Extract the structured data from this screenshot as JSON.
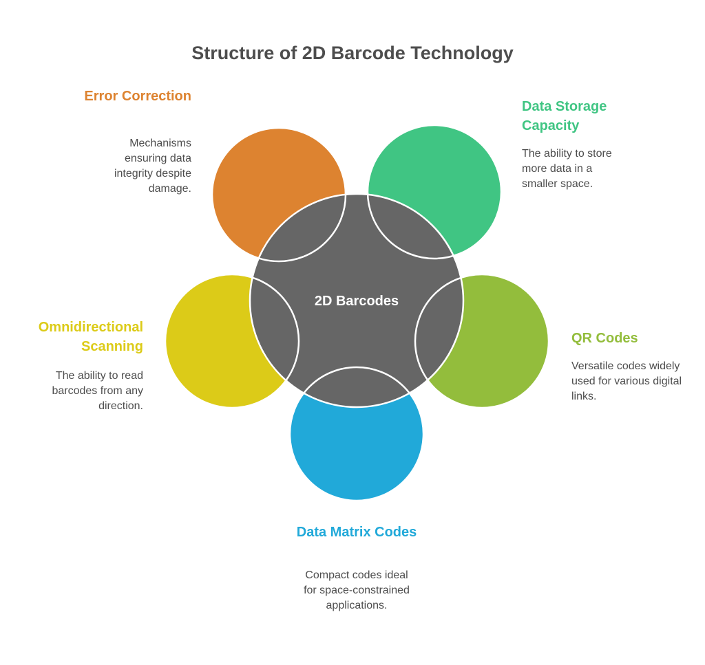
{
  "title": "Structure of 2D Barcode Technology",
  "center": {
    "label": "2D Barcodes",
    "color": "#666666"
  },
  "nodes": [
    {
      "label": "Error Correction",
      "description": "Mechanisms ensuring data integrity despite damage.",
      "color": "#dd8330"
    },
    {
      "label": "Data Storage Capacity",
      "description": "The ability to store more data in a smaller space.",
      "color": "#40c583"
    },
    {
      "label": "QR Codes",
      "description": "Versatile codes widely used for various digital links.",
      "color": "#93bd3c"
    },
    {
      "label": "Data Matrix Codes",
      "description": "Compact codes ideal for space-constrained applications.",
      "color": "#21a9d9"
    },
    {
      "label": "Omnidirectional Scanning",
      "description": "The ability to read barcodes from any direction.",
      "color": "#dccb18"
    }
  ]
}
